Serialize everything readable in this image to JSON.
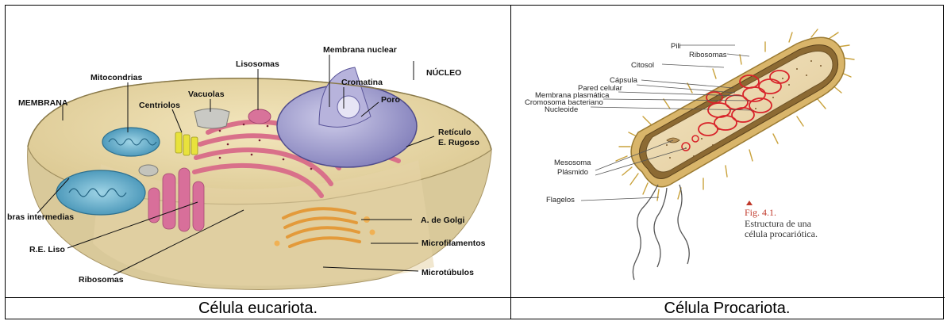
{
  "left_cell": {
    "caption": "Célula eucariota.",
    "labels": {
      "membrana": "MEMBRANA",
      "mitocondrias": "Mitocondrias",
      "vacuolas": "Vacuolas",
      "lisosomas": "Lisosomas",
      "membrana_nuclear": "Membrana nuclear",
      "nucleo": "NÚCLEO",
      "cromatina": "Cromatina",
      "poro": "Poro",
      "centriolos": "Centriolos",
      "reticulo": "Retículo",
      "e_rugoso": "E. Rugoso",
      "fibras_intermedias": "bras intermedias",
      "a_golgi": "A. de Golgi",
      "re_liso": "R.E. Liso",
      "microfilamentos": "Microfilamentos",
      "ribosomas": "Ribosomas",
      "microtubulos": "Microtúbulos"
    }
  },
  "right_cell": {
    "caption": "Célula Procariota.",
    "labels": {
      "pili": "Pili",
      "ribosomas": "Ribosomas",
      "citosol": "Citosol",
      "capsula": "Cápsula",
      "pared_celular": "Pared celular",
      "membrana_plasmatica": "Membrana plasmática",
      "cromosoma_bacteriano": "Cromosoma bacteriano",
      "nucleoide": "Nucleoide",
      "mesosoma": "Mesosoma",
      "plasmido": "Plásmido",
      "flagelos": "Flagelos"
    },
    "figure_caption": {
      "number": "Fig. 4.1.",
      "line1": "Estructura de una",
      "line2": "célula procariótica."
    }
  },
  "colors": {
    "border": "#000000",
    "cytoplasm": "#e9d8a6",
    "nucleus": "#8f8cc4",
    "er": "#d9708a",
    "golgi": "#e39a3a",
    "mitochondria": "#5aa9c9",
    "bacterium_wall": "#c79a4a",
    "dna": "#d8232a",
    "fig_caption": "#c0392b"
  }
}
